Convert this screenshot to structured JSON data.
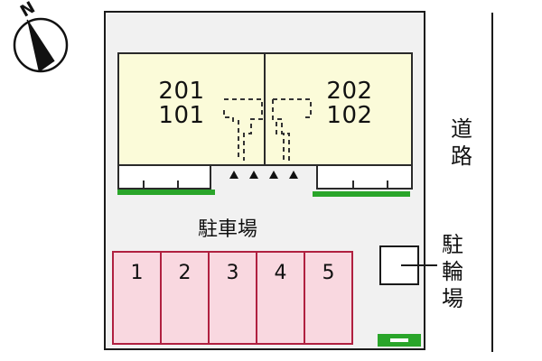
{
  "compass": {
    "label": "N"
  },
  "units": {
    "left": {
      "upper": "201",
      "lower": "101"
    },
    "right": {
      "upper": "202",
      "lower": "102"
    }
  },
  "parking": {
    "label": "駐車場",
    "stalls": [
      "1",
      "2",
      "3",
      "4",
      "5"
    ]
  },
  "bicycle_parking": {
    "chars": [
      "駐",
      "輪",
      "場"
    ]
  },
  "road": {
    "chars": [
      "道",
      "路"
    ]
  },
  "colors": {
    "stall_fill": "#f9d8e0",
    "stall_border": "#b02040",
    "green_strip": "#2aa52a",
    "unit_fill": "#fbfbd9",
    "site_fill": "#f1f1f1"
  }
}
